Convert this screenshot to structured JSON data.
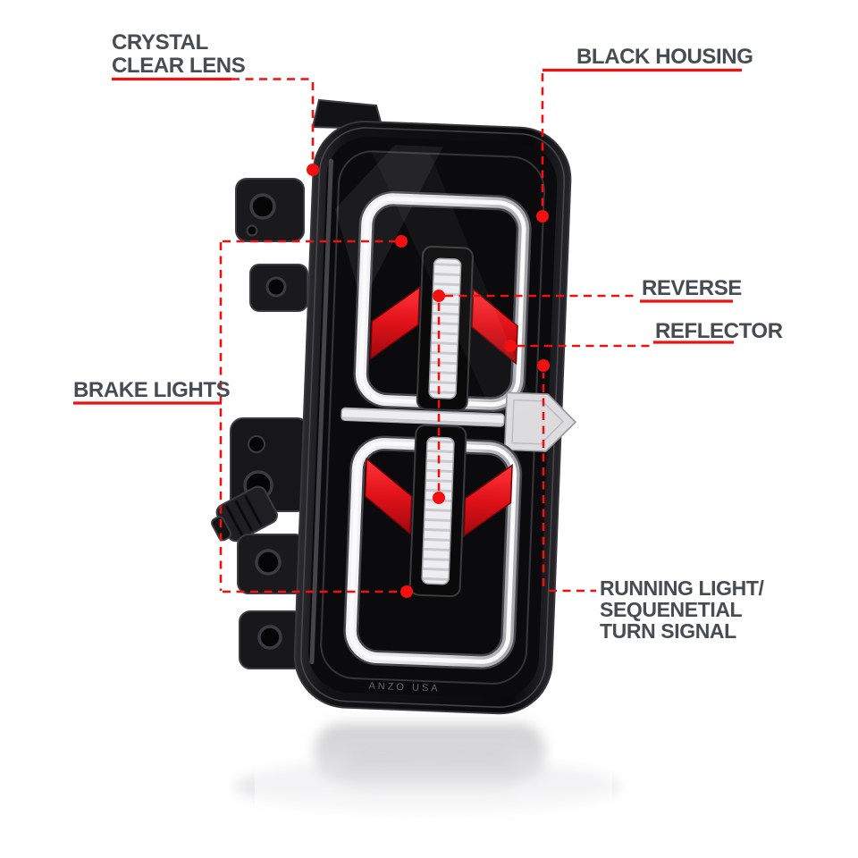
{
  "colors": {
    "label_text": "#474c52",
    "callout_line": "#ed1111",
    "callout_dot": "#f21010",
    "reflector_red": "#d8101a",
    "housing_black": "#0b0b0d",
    "lens_white": "#eeeef1"
  },
  "product": {
    "brand_plate_text": "ANZO USA"
  },
  "callouts": {
    "crystal_clear_lens": {
      "line1": "CRYSTAL",
      "line2": "CLEAR LENS"
    },
    "black_housing": {
      "label": "BLACK HOUSING"
    },
    "reverse": {
      "label": "REVERSE"
    },
    "reflector": {
      "label": "REFLECTOR"
    },
    "brake_lights": {
      "label": "BRAKE LIGHTS"
    },
    "running_light_turn_signal": {
      "line1": "RUNNING LIGHT/",
      "line2": "SEQUENETIAL",
      "line3": "TURN SIGNAL"
    }
  }
}
